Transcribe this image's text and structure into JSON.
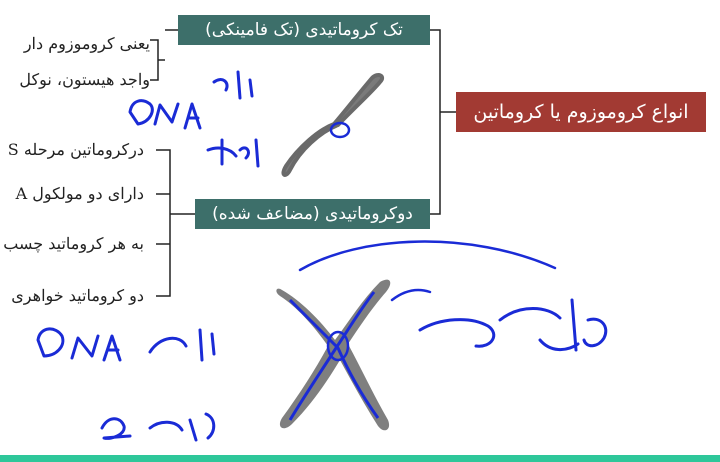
{
  "diagram": {
    "root_label": "انواع کروموزوم یا کروماتین",
    "single_label": "تک کروماتیدی (تک فامینکی)",
    "double_label": "دوکروماتیدی (مضاعف شده)",
    "single_notes": [
      "یعنی کروموزوم دار",
      "واجد هیستون، نوکل"
    ],
    "double_notes": [
      "درکروماتین مرحله S",
      "دارای دو مولکول A",
      "به هر کروماتید چسب",
      "دو کروماتید خواهری"
    ]
  },
  "colors": {
    "teal_box": "#3d6f6a",
    "brick_box": "#a23a33",
    "ink": "#1a2bd6",
    "chromosome": "#7a7a7a"
  }
}
